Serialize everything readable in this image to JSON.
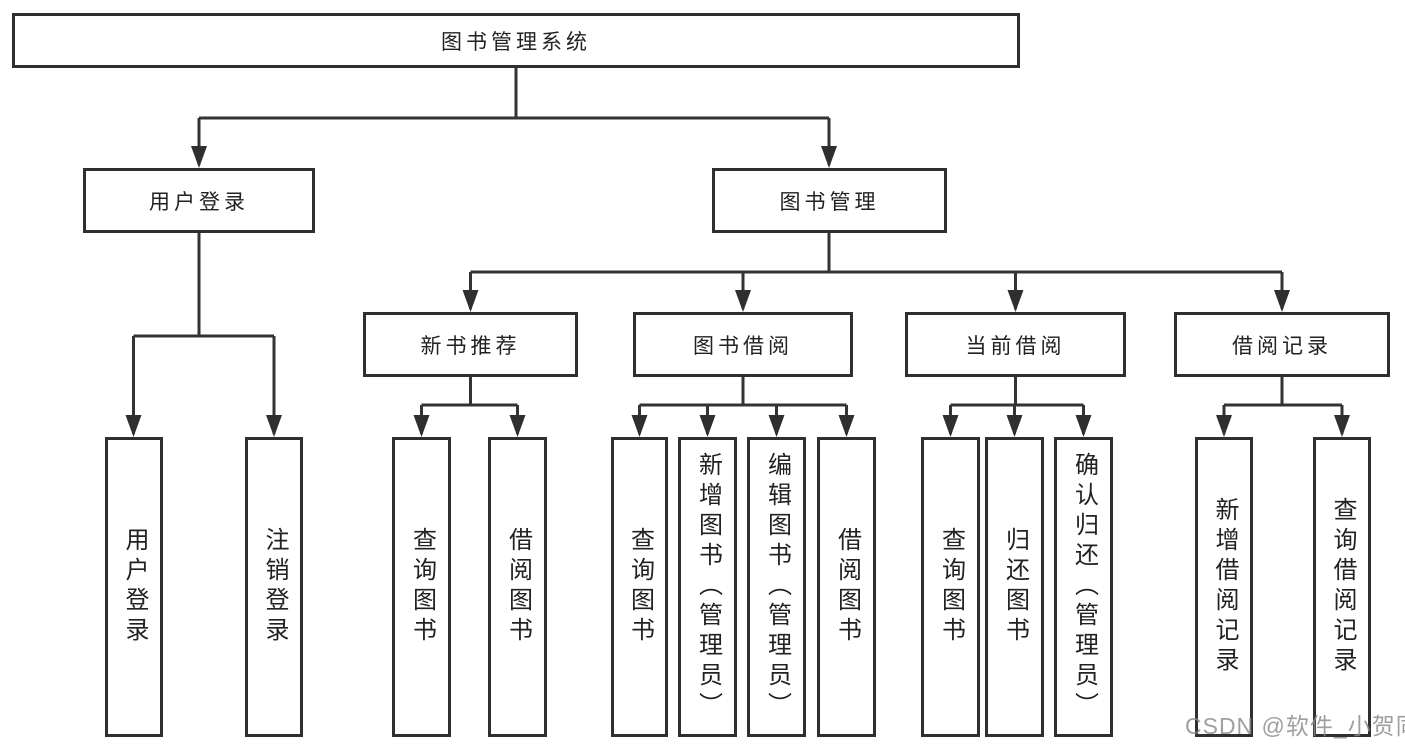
{
  "diagram": {
    "title": "图书管理系统",
    "colors": {
      "line": "#333333",
      "border": "#2f2f2f",
      "text": "#222222",
      "watermark": "#8a8a8a"
    },
    "level1": [
      {
        "label": "用户登录"
      },
      {
        "label": "图书管理"
      }
    ],
    "level2": [
      {
        "label": "新书推荐"
      },
      {
        "label": "图书借阅"
      },
      {
        "label": "当前借阅"
      },
      {
        "label": "借阅记录"
      }
    ],
    "leaves": [
      {
        "label": "用户登录"
      },
      {
        "label": "注销登录"
      },
      {
        "label": "查询图书"
      },
      {
        "label": "借阅图书"
      },
      {
        "label": "查询图书"
      },
      {
        "label": "新增图书（管理员）"
      },
      {
        "label": "编辑图书（管理员）"
      },
      {
        "label": "借阅图书"
      },
      {
        "label": "查询图书"
      },
      {
        "label": "归还图书"
      },
      {
        "label": "确认归还（管理员）"
      },
      {
        "label": "新增借阅记录"
      },
      {
        "label": "查询借阅记录"
      }
    ],
    "watermark": "CSDN @软件_小贺同学"
  }
}
